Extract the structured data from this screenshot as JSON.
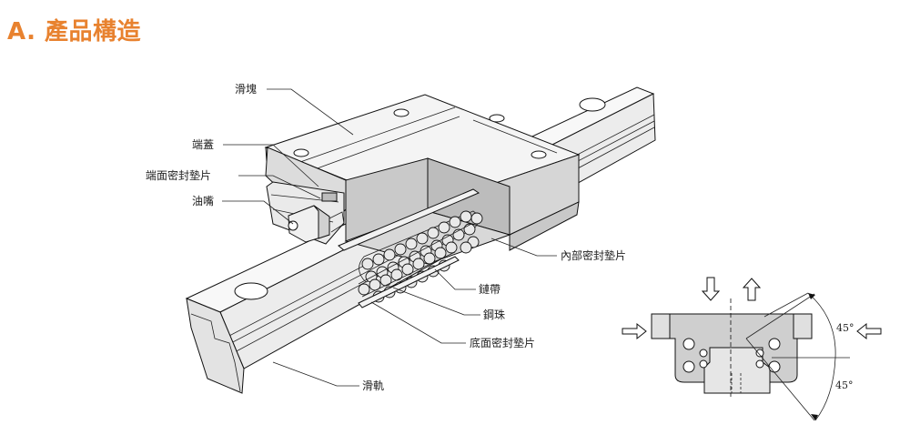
{
  "title": "A. 產品構造",
  "labels": {
    "block": "滑塊",
    "end_cap": "端蓋",
    "end_seal": "端面密封墊片",
    "grease_nipple": "油嘴",
    "inner_seal": "內部密封墊片",
    "retainer": "鏈帶",
    "steel_ball": "鋼珠",
    "bottom_seal": "底面密封墊片",
    "rail": "滑軌"
  },
  "load_diagram": {
    "angle_upper": "45°",
    "angle_lower": "45°"
  },
  "colors": {
    "title": "#e8822f",
    "cutaway": "#c9c9c9",
    "ball": "#e9e9e9",
    "rail_top": "#f7f7f7",
    "section_fill": "#cfcfcf"
  }
}
